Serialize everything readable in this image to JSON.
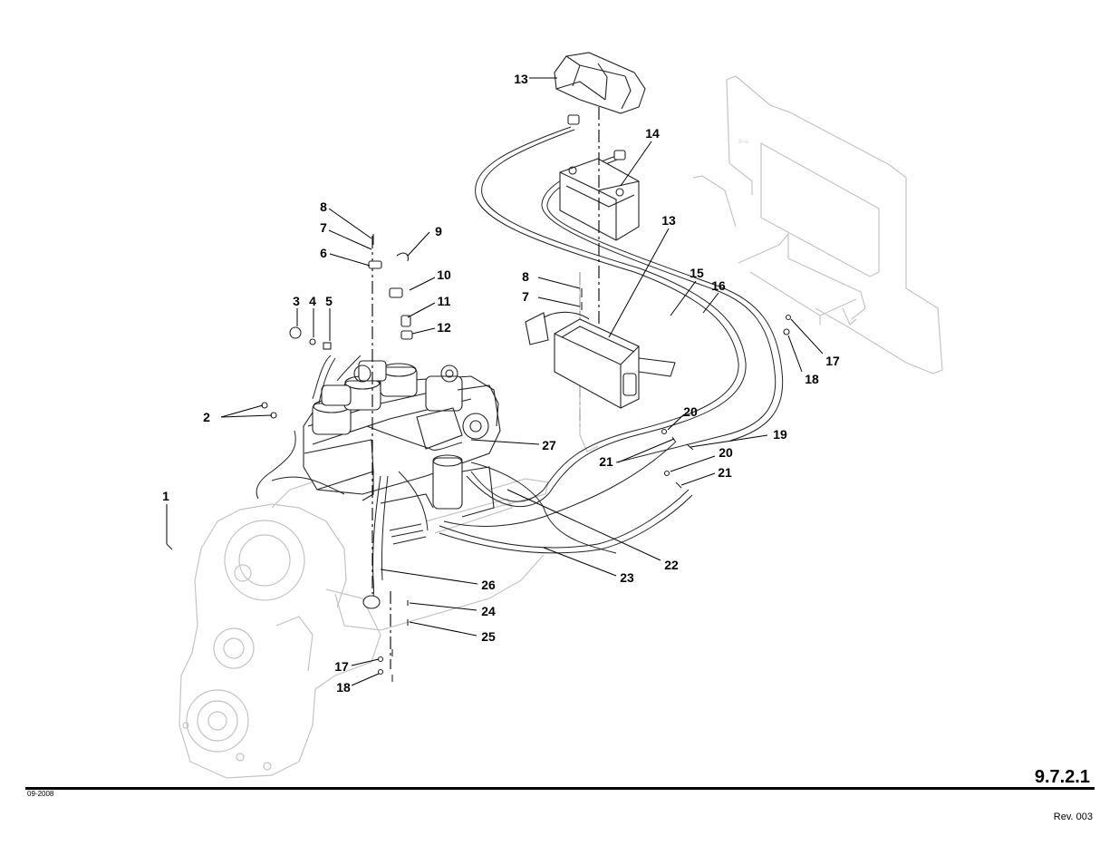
{
  "page": {
    "number": "9.7.2.1",
    "date": "09-2008",
    "revision": "Rev. 003"
  },
  "callouts": [
    {
      "id": "c1",
      "text": "1"
    },
    {
      "id": "c2",
      "text": "2"
    },
    {
      "id": "c3",
      "text": "3"
    },
    {
      "id": "c4",
      "text": "4"
    },
    {
      "id": "c5",
      "text": "5"
    },
    {
      "id": "c6",
      "text": "6"
    },
    {
      "id": "c7a",
      "text": "7"
    },
    {
      "id": "c7b",
      "text": "7"
    },
    {
      "id": "c8a",
      "text": "8"
    },
    {
      "id": "c8b",
      "text": "8"
    },
    {
      "id": "c9",
      "text": "9"
    },
    {
      "id": "c10",
      "text": "10"
    },
    {
      "id": "c11",
      "text": "11"
    },
    {
      "id": "c12",
      "text": "12"
    },
    {
      "id": "c13a",
      "text": "13"
    },
    {
      "id": "c13b",
      "text": "13"
    },
    {
      "id": "c14",
      "text": "14"
    },
    {
      "id": "c15",
      "text": "15"
    },
    {
      "id": "c16",
      "text": "16"
    },
    {
      "id": "c17a",
      "text": "17"
    },
    {
      "id": "c17b",
      "text": "17"
    },
    {
      "id": "c18a",
      "text": "18"
    },
    {
      "id": "c18b",
      "text": "18"
    },
    {
      "id": "c19",
      "text": "19"
    },
    {
      "id": "c20a",
      "text": "20"
    },
    {
      "id": "c20b",
      "text": "20"
    },
    {
      "id": "c21a",
      "text": "21"
    },
    {
      "id": "c21b",
      "text": "21"
    },
    {
      "id": "c22",
      "text": "22"
    },
    {
      "id": "c23",
      "text": "23"
    },
    {
      "id": "c24",
      "text": "24"
    },
    {
      "id": "c25",
      "text": "25"
    },
    {
      "id": "c26",
      "text": "26"
    },
    {
      "id": "c27",
      "text": "27"
    }
  ]
}
